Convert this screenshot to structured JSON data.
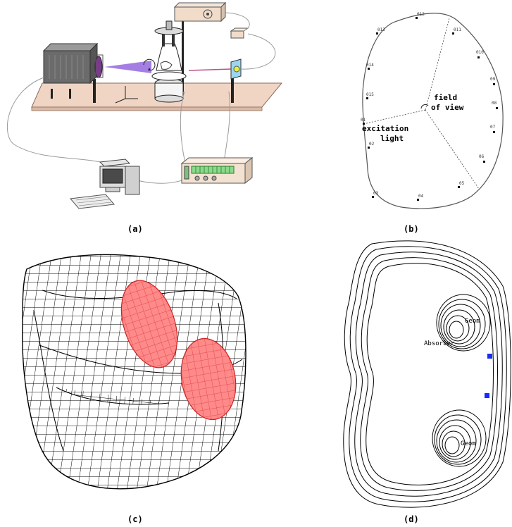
{
  "captions": {
    "a": "(a)",
    "b": "(b)",
    "c": "(c)",
    "d": "(d)"
  },
  "panel_b": {
    "field_line1": "field",
    "field_line2": "of view",
    "excitation_line1": "excitation",
    "excitation_line2": "light",
    "detectors": [
      "01",
      "02",
      "03",
      "04",
      "05",
      "06",
      "07",
      "08",
      "09",
      "010",
      "011",
      "012",
      "013",
      "014",
      "015"
    ]
  },
  "panel_d": {
    "labels": [
      "Geom",
      "Absorber",
      "Geom"
    ]
  },
  "colors": {
    "tumor_fill": "#ff8a8a",
    "tumor_edge": "#cc2222",
    "laser": "#9a70e0",
    "marker": "#1a2aff",
    "table": "#f0d5c4"
  }
}
